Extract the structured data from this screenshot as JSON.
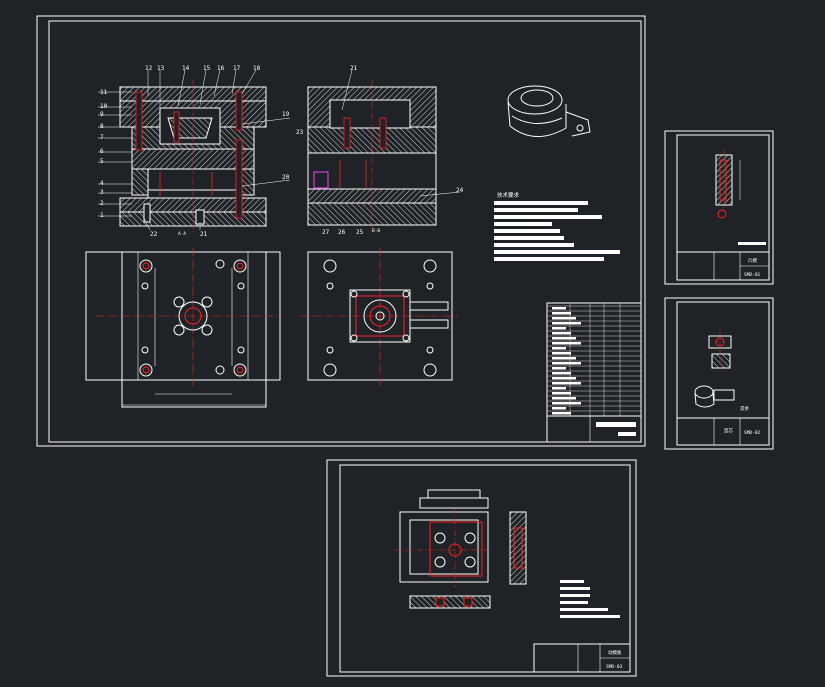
{
  "leader_numbers": [
    "12",
    "13",
    "14",
    "15",
    "16",
    "17",
    "18",
    "11",
    "10",
    "9",
    "8",
    "7",
    "6",
    "5",
    "4",
    "3",
    "2",
    "1",
    "19",
    "20",
    "22",
    "21"
  ],
  "right_section_numbers": [
    "21",
    "23",
    "24",
    "27",
    "26",
    "25"
  ],
  "section_marks": [
    "A-A",
    "B-B"
  ],
  "tech_req_heading": "技术要求",
  "part_titles": [
    "凸模",
    "型芯",
    "动模板"
  ],
  "drawing_codes": [
    "SMD-01",
    "SMD-02",
    "SMD-03"
  ],
  "roughness_note": "其余",
  "colors": {
    "background": "#1f2226",
    "line": "#ffffff",
    "hidden": "#ff2020",
    "center": "#ff2020",
    "accent": "#d040d0"
  }
}
